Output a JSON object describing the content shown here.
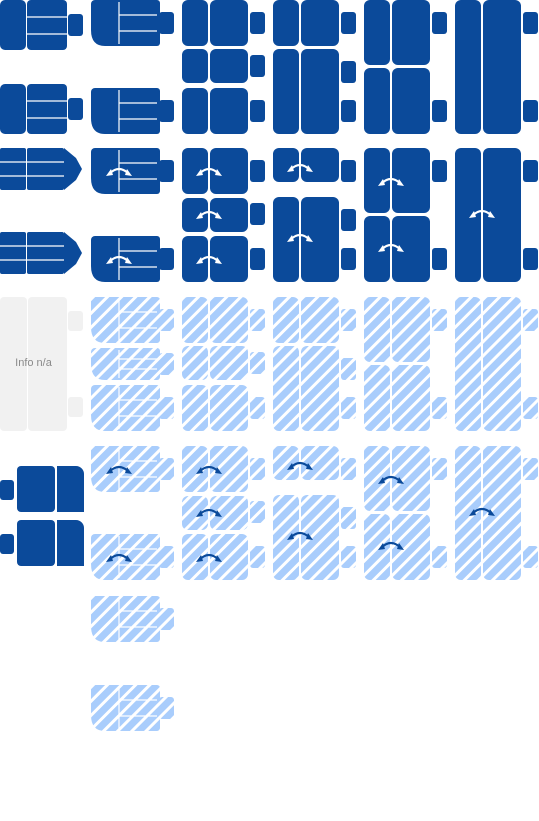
{
  "colors": {
    "solid": "#0b4a9a",
    "light": "#a9cdfc",
    "hatch": "#ffffff",
    "na": "#f1f1f1",
    "seam": "#ffffff"
  },
  "na_text": "Info n/a",
  "cells": [
    {
      "id": "r1c1",
      "shape": "seat-back-split",
      "fill": "solid",
      "arrow": false
    },
    {
      "id": "r1c2",
      "shape": "seat-round",
      "fill": "solid",
      "arrow": false
    },
    {
      "id": "r1c3",
      "shape": "tall-1",
      "fill": "solid",
      "arrow": false
    },
    {
      "id": "r1c4",
      "shape": "tall-2",
      "fill": "solid",
      "arrow": false
    },
    {
      "id": "r1c5",
      "shape": "tall-3",
      "fill": "solid",
      "arrow": false
    },
    {
      "id": "r1c6",
      "shape": "tall-4",
      "fill": "solid",
      "arrow": false
    },
    {
      "id": "r2c1",
      "shape": "pair-flat",
      "fill": "solid",
      "arrow": false
    },
    {
      "id": "r2c2",
      "shape": "seat-round-low",
      "fill": "solid",
      "arrow": true
    },
    {
      "id": "r2c3",
      "shape": "triple",
      "fill": "solid",
      "arrow": true
    },
    {
      "id": "r2c4",
      "shape": "bench-2",
      "fill": "solid",
      "arrow": true
    },
    {
      "id": "r2c5",
      "shape": "bench-3",
      "fill": "solid",
      "arrow": true
    },
    {
      "id": "r2c6",
      "shape": "tall-4",
      "fill": "solid",
      "arrow": true
    },
    {
      "id": "r3c1",
      "shape": "na",
      "fill": "na",
      "arrow": false
    },
    {
      "id": "r3c2",
      "shape": "seat-round-3",
      "fill": "light",
      "arrow": false
    },
    {
      "id": "r3c3",
      "shape": "tall-1",
      "fill": "light",
      "arrow": false
    },
    {
      "id": "r3c4",
      "shape": "tall-2",
      "fill": "light",
      "arrow": false
    },
    {
      "id": "r3c5",
      "shape": "tall-3",
      "fill": "light",
      "arrow": false
    },
    {
      "id": "r3c6",
      "shape": "tall-4",
      "fill": "light",
      "arrow": false
    },
    {
      "id": "r4c1",
      "shape": "side-pair",
      "fill": "solid",
      "arrow": false
    },
    {
      "id": "r4c2",
      "shape": "seat-round-low",
      "fill": "light",
      "arrow": true
    },
    {
      "id": "r4c3",
      "shape": "triple",
      "fill": "light",
      "arrow": true
    },
    {
      "id": "r4c4",
      "shape": "bench-2",
      "fill": "light",
      "arrow": true
    },
    {
      "id": "r4c5",
      "shape": "bench-3",
      "fill": "light",
      "arrow": true
    },
    {
      "id": "r4c6",
      "shape": "tall-4",
      "fill": "light",
      "arrow": true
    },
    {
      "id": "r5c2",
      "shape": "seat-round-single",
      "fill": "light",
      "arrow": false
    },
    {
      "id": "r6c2",
      "shape": "seat-round-single",
      "fill": "light",
      "arrow": false
    }
  ]
}
